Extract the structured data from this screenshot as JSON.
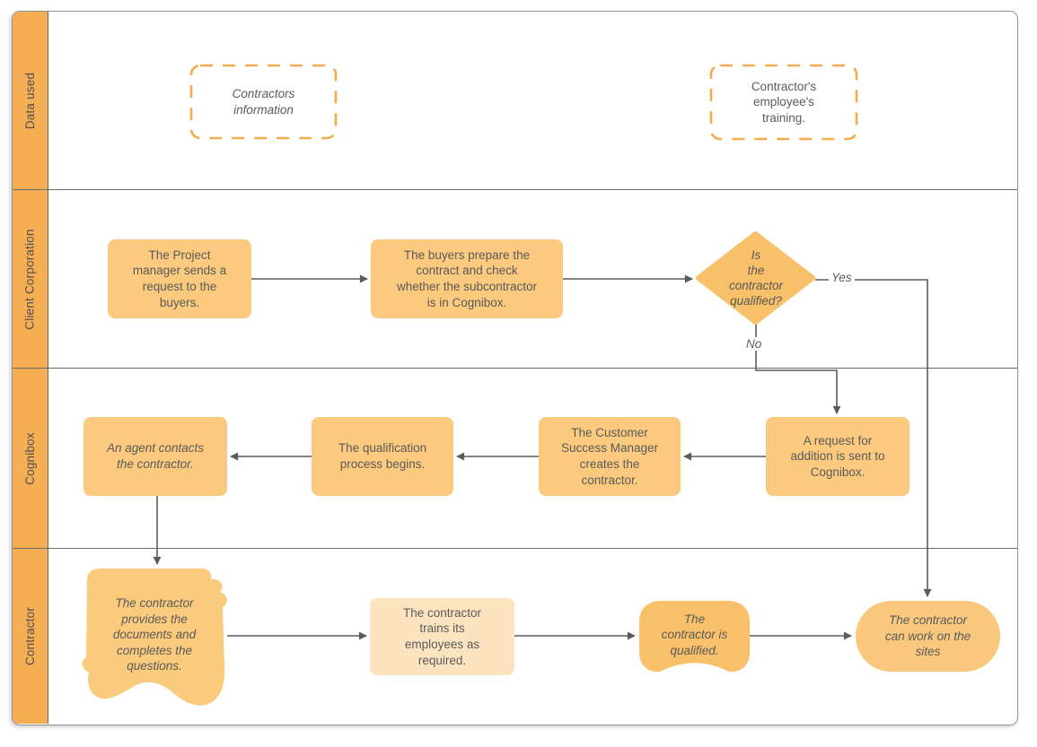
{
  "lanes": [
    {
      "label": "Data used"
    },
    {
      "label": "Client Corporation"
    },
    {
      "label": "Cognibox"
    },
    {
      "label": "Contractor"
    }
  ],
  "nodes": {
    "contractors_information": {
      "text": "Contractors\ninformation"
    },
    "employees_training": {
      "text": "Contractor's\nemployee's\ntraining."
    },
    "project_manager_request": {
      "text": "The Project\nmanager sends a\nrequest to the\nbuyers."
    },
    "buyers_prepare": {
      "text": "The buyers prepare the\ncontract and check\nwhether the subcontractor\nis in Cognibox."
    },
    "is_contractor_qualified": {
      "text": "Is\nthe\ncontractor\nqualified?"
    },
    "request_addition": {
      "text": "A request for\naddition is sent to\nCognibox."
    },
    "csm_creates_contractor": {
      "text": "The Customer\nSuccess Manager\ncreates the\ncontractor."
    },
    "qualification_begins": {
      "text": "The qualification\nprocess begins."
    },
    "agent_contacts": {
      "text": "An agent contacts\nthe contractor."
    },
    "provides_documents": {
      "text": "The contractor\nprovides the\ndocuments and\ncompletes the\nquestions."
    },
    "trains_employees": {
      "text": "The contractor\ntrains its\nemployees as\nrequired."
    },
    "contractor_is_qualified": {
      "text": "The\ncontractor is\nqualified."
    },
    "can_work_on_sites": {
      "text": "The contractor\ncan work on the\nsites"
    }
  },
  "edge_labels": {
    "yes": "Yes",
    "no": "No"
  },
  "colors": {
    "lane_header_fill": "#F6AE55",
    "node_fill": "#FBCA7E",
    "node_fill_strong": "#F8C069",
    "node_fill_pale": "#FCE4C1",
    "terminator_fill": "#FAC87D",
    "document_fill": "#FACA7D",
    "dashed_border": "#F2AC4D",
    "connector": "#5B5B5B",
    "text_color": "#5A5A5A",
    "lane_label_color": "#505050",
    "frame_border": "#949494",
    "lane_divider": "#6B6B6B"
  }
}
